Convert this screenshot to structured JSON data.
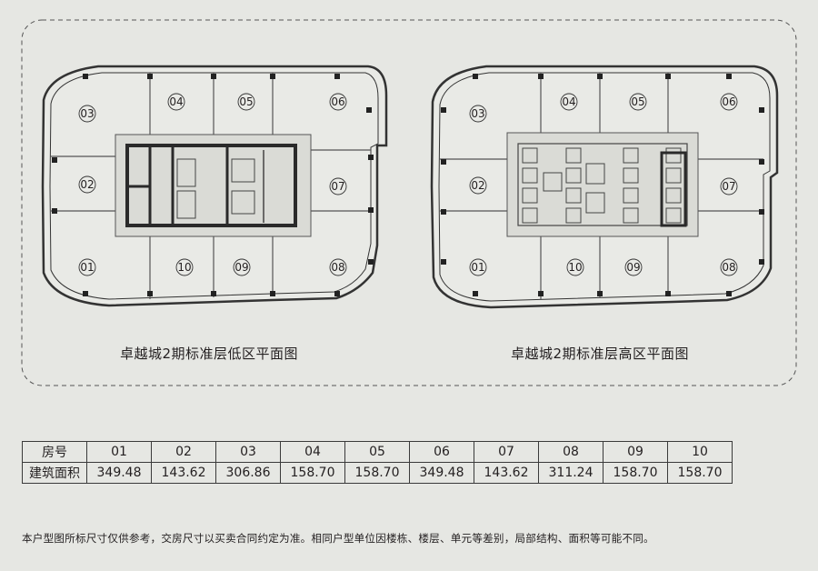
{
  "captions": {
    "low": "卓越城2期标准层低区平面图",
    "high": "卓越城2期标准层高区平面图"
  },
  "units": [
    "01",
    "02",
    "03",
    "04",
    "05",
    "06",
    "07",
    "08",
    "09",
    "10"
  ],
  "table": {
    "row1_header": "房号",
    "row2_header": "建筑面积",
    "room_numbers": [
      "01",
      "02",
      "03",
      "04",
      "05",
      "06",
      "07",
      "08",
      "09",
      "10"
    ],
    "areas": [
      "349.48",
      "143.62",
      "306.86",
      "158.70",
      "158.70",
      "349.48",
      "143.62",
      "311.24",
      "158.70",
      "158.70"
    ]
  },
  "note": "本户型图所标尺寸仅供参考，交房尺寸以买卖合同约定为准。相同户型单位因楼栋、楼层、单元等差别，局部结构、面积等可能不同。"
}
